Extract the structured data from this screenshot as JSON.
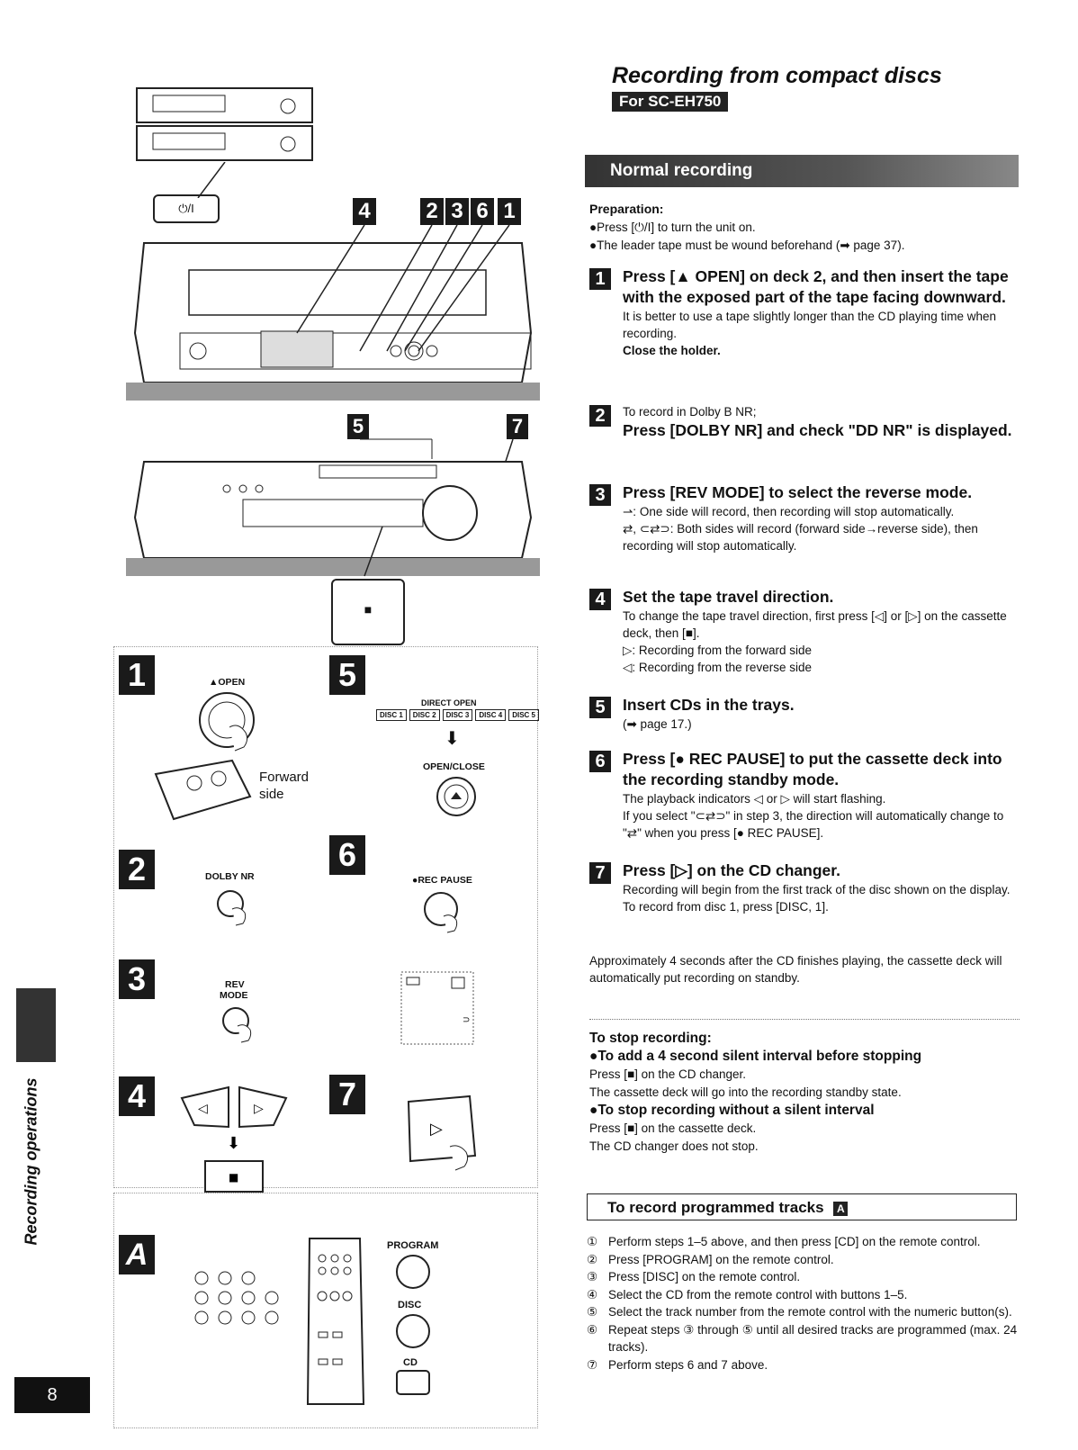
{
  "header": {
    "title": "Recording from compact discs",
    "model": "For SC-EH750"
  },
  "section": {
    "title": "Normal recording"
  },
  "preparation": {
    "label": "Preparation:",
    "items": [
      "●Press [⏻/I] to turn the unit on.",
      "●The leader tape must be wound beforehand (➡ page 37)."
    ]
  },
  "steps": [
    {
      "num": "1",
      "heading": "Press [▲ OPEN] on deck 2, and then insert the tape with the exposed part of the tape facing downward.",
      "lines": [
        "It is better to use a tape slightly longer than the CD playing time when recording.",
        "Close the holder."
      ]
    },
    {
      "num": "2",
      "pre": "To record in Dolby B NR;",
      "heading": "Press [DOLBY NR] and check \"DD NR\" is displayed.",
      "lines": []
    },
    {
      "num": "3",
      "heading": "Press [REV MODE] to select the reverse mode.",
      "lines": [
        "⇀:  One side will record, then recording will stop automatically.",
        "⇄, ⊂⇄⊃: Both sides will record (forward side→reverse side), then recording will stop automatically."
      ]
    },
    {
      "num": "4",
      "heading": "Set the tape travel direction.",
      "lines": [
        "To change the tape travel direction, first press [◁] or [▷] on the cassette deck, then [■].",
        "▷:  Recording from the forward side",
        "◁:  Recording from the reverse side"
      ]
    },
    {
      "num": "5",
      "heading": "Insert CDs in the trays.",
      "lines": [
        "(➡ page 17.)"
      ]
    },
    {
      "num": "6",
      "heading": "Press [● REC PAUSE] to put the cassette deck into the recording standby mode.",
      "lines": [
        "The playback indicators ◁ or ▷ will start flashing.",
        "If you select \"⊂⇄⊃\" in step 3, the direction will automatically change to \"⇄\" when you press [● REC PAUSE]."
      ]
    },
    {
      "num": "7",
      "heading": "Press [▷] on the CD changer.",
      "lines": [
        "Recording will begin from the first track of the disc shown on the display.",
        "To record from disc 1, press [DISC, 1]."
      ]
    }
  ],
  "note": "Approximately 4 seconds after the CD finishes playing, the cassette deck will automatically put recording on standby.",
  "stop": {
    "title": "To stop recording:",
    "opt1_title": "●To add a 4 second silent interval before stopping",
    "opt1_lines": [
      "Press [■] on the CD changer.",
      "The cassette deck will go into the recording standby state."
    ],
    "opt2_title": "●To stop recording without a silent interval",
    "opt2_lines": [
      "Press [■] on the cassette deck.",
      "The CD changer does not stop."
    ]
  },
  "programmed": {
    "title": "To record programmed tracks",
    "badge": "A",
    "items": [
      {
        "c": "①",
        "t": "Perform steps 1–5 above, and then press [CD] on the remote control."
      },
      {
        "c": "②",
        "t": "Press [PROGRAM] on the remote control."
      },
      {
        "c": "③",
        "t": "Press [DISC] on the remote control."
      },
      {
        "c": "④",
        "t": "Select the CD from the remote control with buttons 1–5."
      },
      {
        "c": "⑤",
        "t": "Select the track number from the remote control with the numeric button(s)."
      },
      {
        "c": "⑥",
        "t": "Repeat steps ③ through ⑤ until all desired tracks are programmed (max. 24 tracks)."
      },
      {
        "c": "⑦",
        "t": "Perform steps 6 and 7 above."
      }
    ]
  },
  "sidebar": {
    "label": "Recording operations"
  },
  "page_number": "8",
  "figure": {
    "power_label": "⏻/I",
    "callouts_top": [
      "4",
      "2",
      "3",
      "6",
      "1"
    ],
    "callouts_mid": [
      "5",
      "7"
    ],
    "panel1": {
      "num": "1",
      "label": "▲OPEN",
      "forward": "Forward",
      "side": "side"
    },
    "panel2": {
      "num": "2",
      "label": "DOLBY NR"
    },
    "panel3": {
      "num": "3",
      "label": "REV",
      "label2": "MODE"
    },
    "panel4": {
      "num": "4"
    },
    "panel5": {
      "num": "5",
      "direct": "DIRECT OPEN",
      "discs": [
        "DISC 1",
        "DISC 2",
        "DISC 3",
        "DISC 4",
        "DISC 5"
      ],
      "open_close": "OPEN/CLOSE"
    },
    "panel6": {
      "num": "6",
      "label": "●REC PAUSE"
    },
    "panel7": {
      "num": "7"
    },
    "panelA": {
      "num": "A",
      "program": "PROGRAM",
      "disc": "DISC",
      "cd": "CD"
    }
  },
  "colors": {
    "ink": "#111111",
    "bar": "#333333"
  }
}
